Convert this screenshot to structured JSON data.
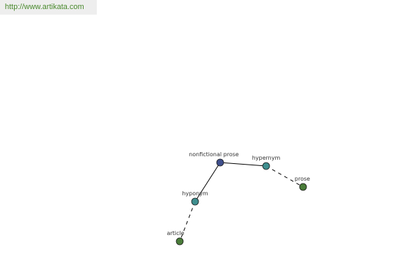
{
  "watermark": {
    "url": "http://www.artikata.com"
  },
  "colors": {
    "root_node": "#3f4f8c",
    "relation_node": "#3f8f8f",
    "leaf_node": "#4a7c3a",
    "edge": "#000000",
    "node_stroke": "#1a1a1a",
    "watermark_text": "#4a8a2e",
    "watermark_bg": "#eeeeee"
  },
  "graph": {
    "nodes": [
      {
        "id": "nonfictional-prose",
        "label": "nonfictional prose",
        "kind": "root"
      },
      {
        "id": "hypernym",
        "label": "hypernym",
        "kind": "relation"
      },
      {
        "id": "prose",
        "label": "prose",
        "kind": "leaf"
      },
      {
        "id": "hyponym",
        "label": "hyponym",
        "kind": "relation"
      },
      {
        "id": "article",
        "label": "article",
        "kind": "leaf"
      }
    ],
    "edges": [
      {
        "from": "nonfictional-prose",
        "to": "hypernym",
        "style": "solid"
      },
      {
        "from": "hypernym",
        "to": "prose",
        "style": "dashed"
      },
      {
        "from": "nonfictional-prose",
        "to": "hyponym",
        "style": "solid"
      },
      {
        "from": "hyponym",
        "to": "article",
        "style": "dashed"
      }
    ]
  }
}
